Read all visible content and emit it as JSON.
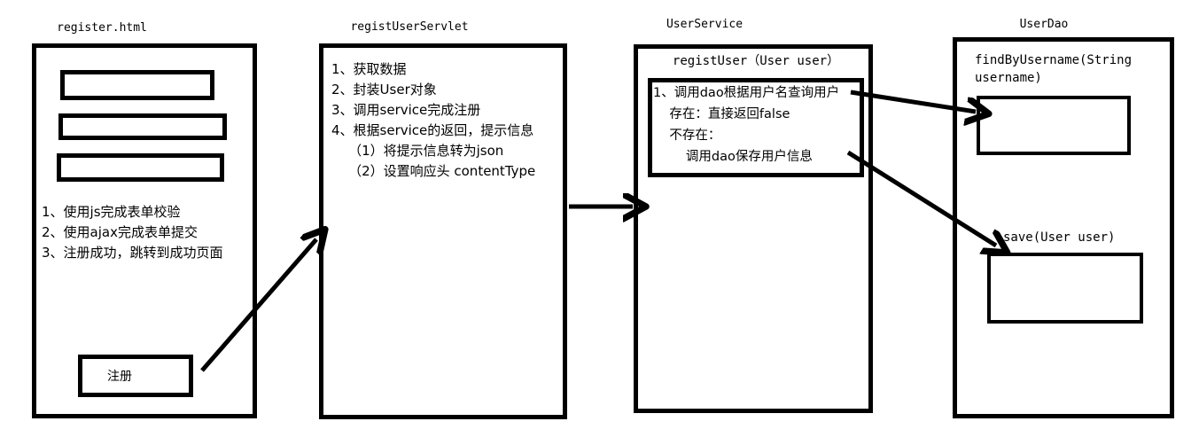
{
  "diagram": {
    "title_font_note": "",
    "columns": [
      {
        "key": "register_html",
        "title": "register.html",
        "fields": [
          "",
          "",
          ""
        ],
        "notes": "1、使用js完成表单校验\n2、使用ajax完成表单提交\n3、注册成功，跳转到成功页面",
        "button_label": "注册"
      },
      {
        "key": "regist_user_servlet",
        "title": "registUserServlet",
        "notes": "1、获取数据\n2、封装User对象\n3、调用service完成注册\n4、根据service的返回，提示信息\n    （1）将提示信息转为json\n    （2）设置响应头 contentType"
      },
      {
        "key": "user_service",
        "title": "UserService",
        "method_signature": "registUser（User user）",
        "method_body": "1、调用dao根据用户名查询用户\n    存在：直接返回false\n    不存在：\n        调用dao保存用户信息"
      },
      {
        "key": "user_dao",
        "title": "UserDao",
        "method_one_signature": "findByUsername(String\nusername)",
        "method_one_body": "",
        "method_two_signature": "save(User user)",
        "method_two_body": ""
      }
    ],
    "arrows": [
      {
        "name": "register-to-servlet",
        "from": "注册 button",
        "to": "registUserServlet"
      },
      {
        "name": "servlet-to-service",
        "from": "registUserServlet",
        "to": "UserService"
      },
      {
        "name": "service-to-finduser",
        "from": "调用dao根据用户名查询用户",
        "to": "findByUsername"
      },
      {
        "name": "service-to-save",
        "from": "调用dao保存用户信息",
        "to": "save"
      }
    ],
    "colors": {
      "stroke": "#000000",
      "background": "#ffffff"
    }
  }
}
